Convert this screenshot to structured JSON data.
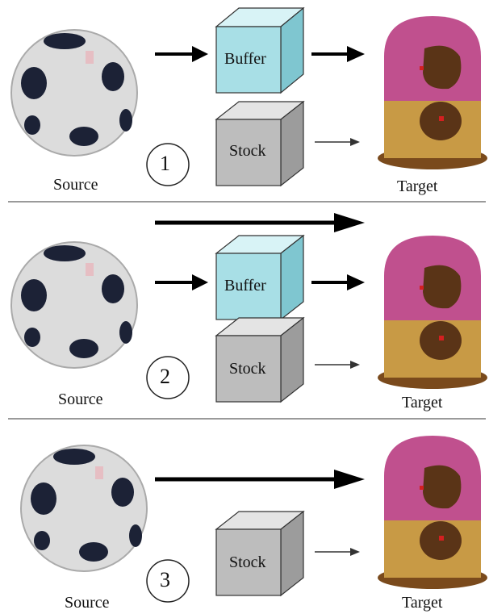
{
  "panels": [
    {
      "step": "1",
      "source_label": "Source",
      "target_label": "Target",
      "buffer_label": "Buffer",
      "stock_label": "Stock",
      "has_buffer": true,
      "has_direct_arrow": false
    },
    {
      "step": "2",
      "source_label": "Source",
      "target_label": "Target",
      "buffer_label": "Buffer",
      "stock_label": "Stock",
      "has_buffer": true,
      "has_direct_arrow": true
    },
    {
      "step": "3",
      "source_label": "Source",
      "target_label": "Target",
      "buffer_label": "",
      "stock_label": "Stock",
      "has_buffer": false,
      "has_direct_arrow": true
    }
  ],
  "colors": {
    "buffer_face": "#a8dfe6",
    "buffer_top": "#d8f3f6",
    "buffer_side": "#7fc6d0",
    "stock_face": "#bdbdbd",
    "stock_top": "#e4e4e4",
    "stock_side": "#9c9c9c",
    "ball_white": "#dcdcdc",
    "ball_black": "#1c2236",
    "target_pink": "#c0508e",
    "target_brown": "#5a3417",
    "target_tan": "#c89a45",
    "target_base": "#7a4a1c"
  },
  "icons": [
    "soccer-ball-voxel-icon",
    "voxel-figure-icon",
    "cube-icon",
    "arrow-right-icon"
  ]
}
